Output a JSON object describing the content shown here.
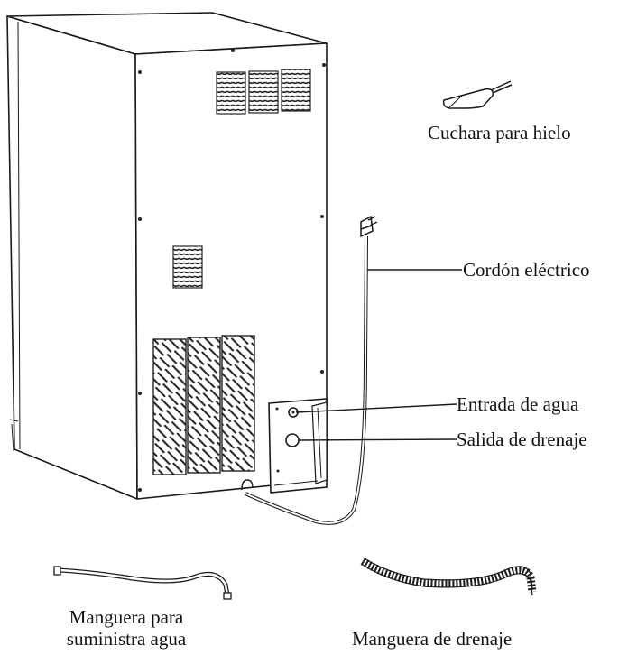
{
  "labels": {
    "ice_scoop": "Cuchara para hielo",
    "power_cord": "Cordón eléctrico",
    "water_inlet": "Entrada de agua",
    "drain_outlet": "Salida de drenaje",
    "supply_hose_line1": "Manguera para",
    "supply_hose_line2": "suministra agua",
    "drain_hose": "Manguera de drenaje"
  },
  "colors": {
    "line": "#1a1a1a",
    "background": "#ffffff"
  }
}
